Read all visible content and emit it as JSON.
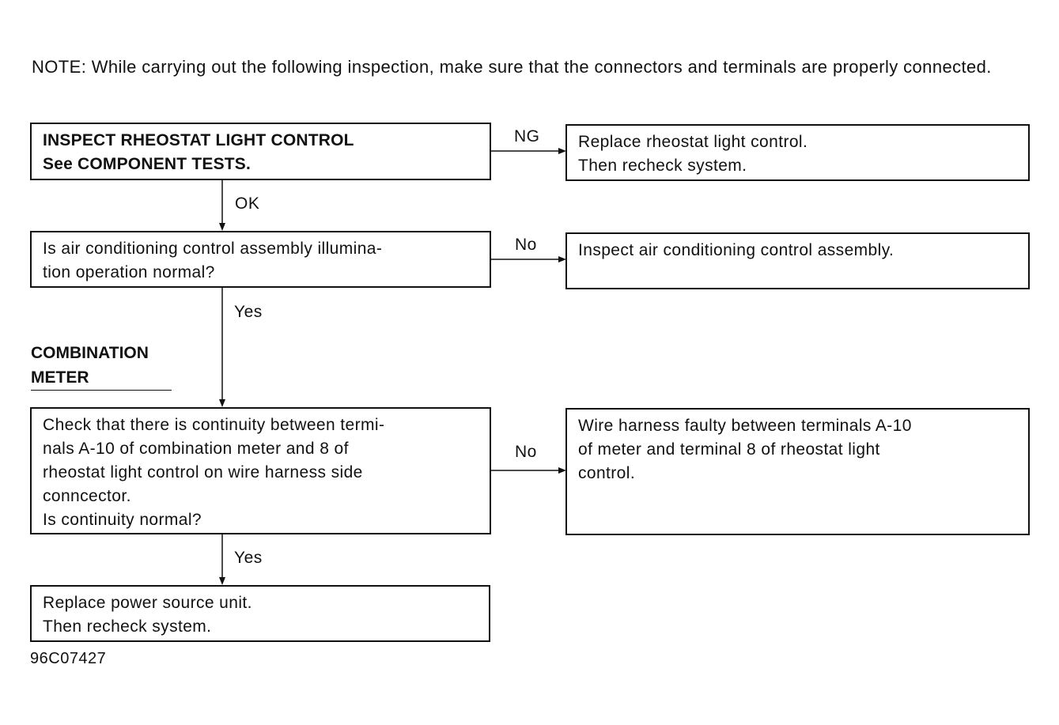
{
  "note": "NOTE:  While carrying out the following inspection, make sure that the connectors and terminals are properly connected.",
  "steps": {
    "inspect_rheostat": {
      "lines": [
        "INSPECT RHEOSTAT LIGHT CONTROL",
        "See COMPONENT TESTS."
      ]
    },
    "replace_rheostat": {
      "lines": [
        "Replace rheostat light control.",
        "Then recheck system."
      ]
    },
    "ac_illumination_question": {
      "lines": [
        "Is air conditioning control assembly illumina-",
        "tion operation normal?"
      ]
    },
    "inspect_ac_control": {
      "lines": [
        "Inspect air conditioning control assembly."
      ]
    },
    "continuity_check": {
      "lines": [
        "Check that there is continuity between termi-",
        "nals A-10 of combination meter and 8 of",
        "rheostat light control on wire harness side",
        "conncector.",
        "Is continuity normal?"
      ]
    },
    "wire_harness_faulty": {
      "lines": [
        "Wire harness faulty between terminals A-10",
        "of meter and terminal 8 of rheostat light",
        "control."
      ]
    },
    "replace_power_source": {
      "lines": [
        "Replace power source unit.",
        "Then recheck system."
      ]
    }
  },
  "branch_labels": {
    "ng": "NG",
    "ok": "OK",
    "no_1": "No",
    "yes_1": "Yes",
    "no_2": "No",
    "yes_2": "Yes"
  },
  "section": {
    "lines": [
      "COMBINATION",
      "METER"
    ]
  },
  "figure_id": "96C07427"
}
